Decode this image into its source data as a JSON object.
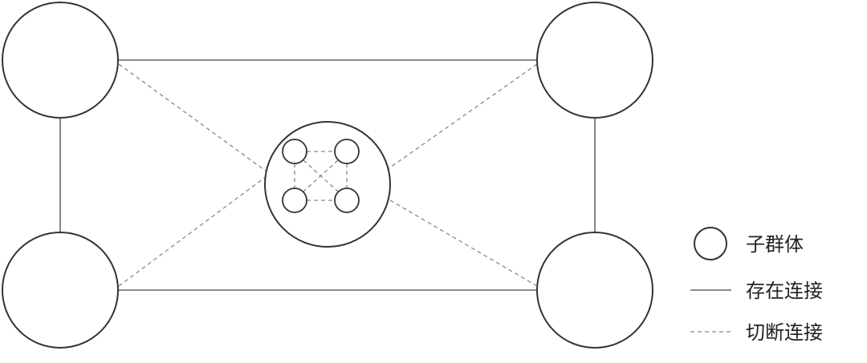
{
  "legend": {
    "subgroup_label": "子群体",
    "connected_label": "存在连接",
    "cut_label": "切断连接"
  },
  "colors": {
    "stroke": "#333333",
    "solid_line": "#666666",
    "dashed_line": "#888888",
    "text": "#222222"
  }
}
